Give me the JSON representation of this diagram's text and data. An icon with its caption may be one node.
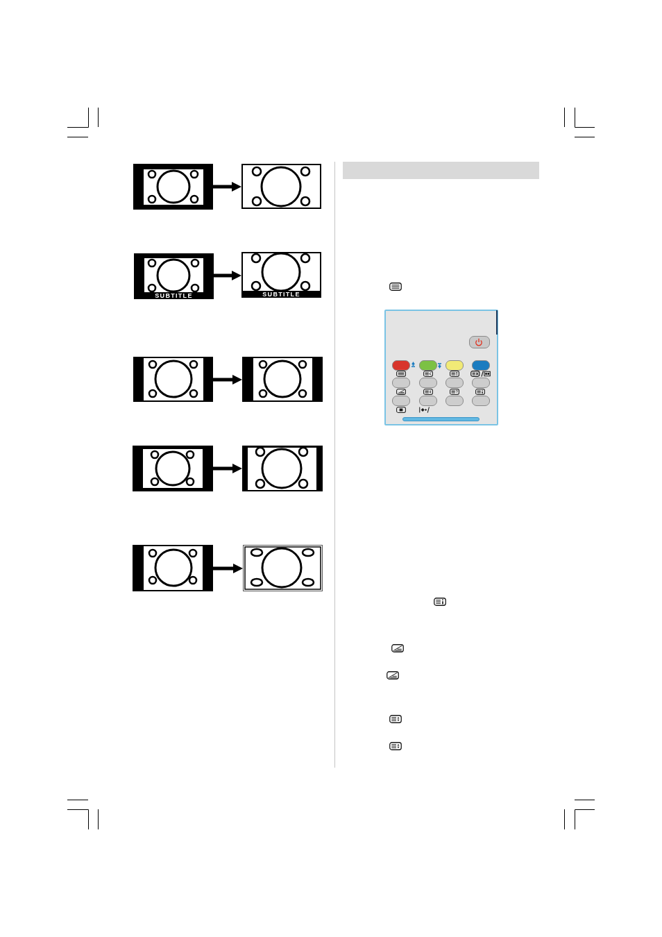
{
  "diagram": {
    "nodes": [
      {
        "text": [],
        "shape": "picture"
      },
      {
        "text": [],
        "shape": "picture"
      },
      {
        "text": [
          "SUBTITLE"
        ]
      },
      {
        "text": [
          "SUBTITLE"
        ]
      },
      {
        "text": [],
        "shape": "picture"
      },
      {
        "text": [],
        "shape": "picture"
      },
      {
        "text": [],
        "shape": "picture"
      },
      {
        "text": [],
        "shape": "picture"
      },
      {
        "text": [],
        "shape": "picture"
      },
      {
        "text": [],
        "shape": "picture"
      }
    ],
    "edges": [
      {
        "from": 0,
        "to": 1,
        "arrow": "to"
      },
      {
        "from": 2,
        "to": 3,
        "arrow": "to"
      },
      {
        "from": 4,
        "to": 5,
        "arrow": "to"
      },
      {
        "from": 6,
        "to": 7,
        "arrow": "to"
      },
      {
        "from": 8,
        "to": 9,
        "arrow": "to"
      }
    ]
  }
}
